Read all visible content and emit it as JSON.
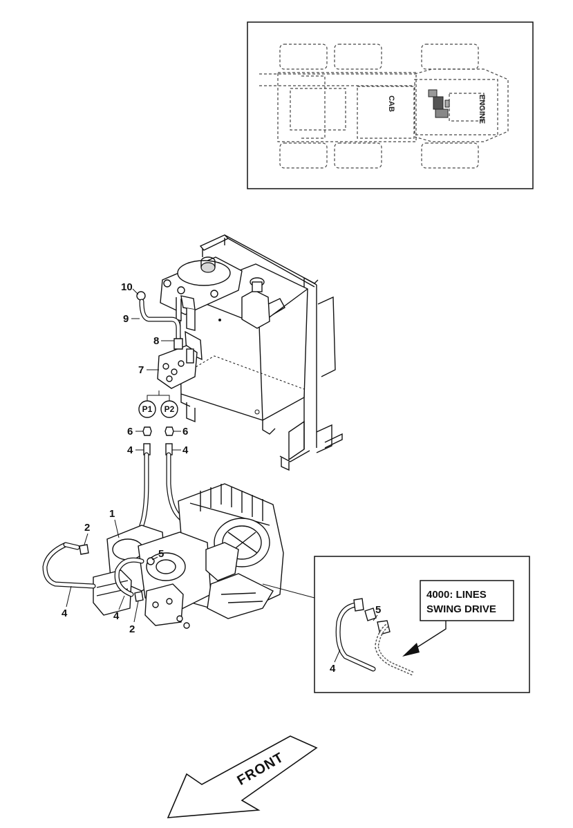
{
  "inset_top": {
    "cab_label": "CAB",
    "engine_label": "ENGINE"
  },
  "callouts": {
    "c10": "10",
    "c9": "9",
    "c8": "8",
    "c7": "7",
    "p1": "P1",
    "p2": "P2",
    "c6_left": "6",
    "c6_right": "6",
    "c4_left": "4",
    "c4_right": "4",
    "c1": "1",
    "c2_top": "2",
    "c5": "5",
    "c4_pump_left": "4",
    "c4_pump_mid": "4",
    "c2_bottom": "2"
  },
  "detail_inset": {
    "note_line1": "4000: LINES",
    "note_line2": "SWING DRIVE",
    "c5": "5",
    "c4": "4"
  },
  "front_arrow": {
    "label": "FRONT"
  }
}
